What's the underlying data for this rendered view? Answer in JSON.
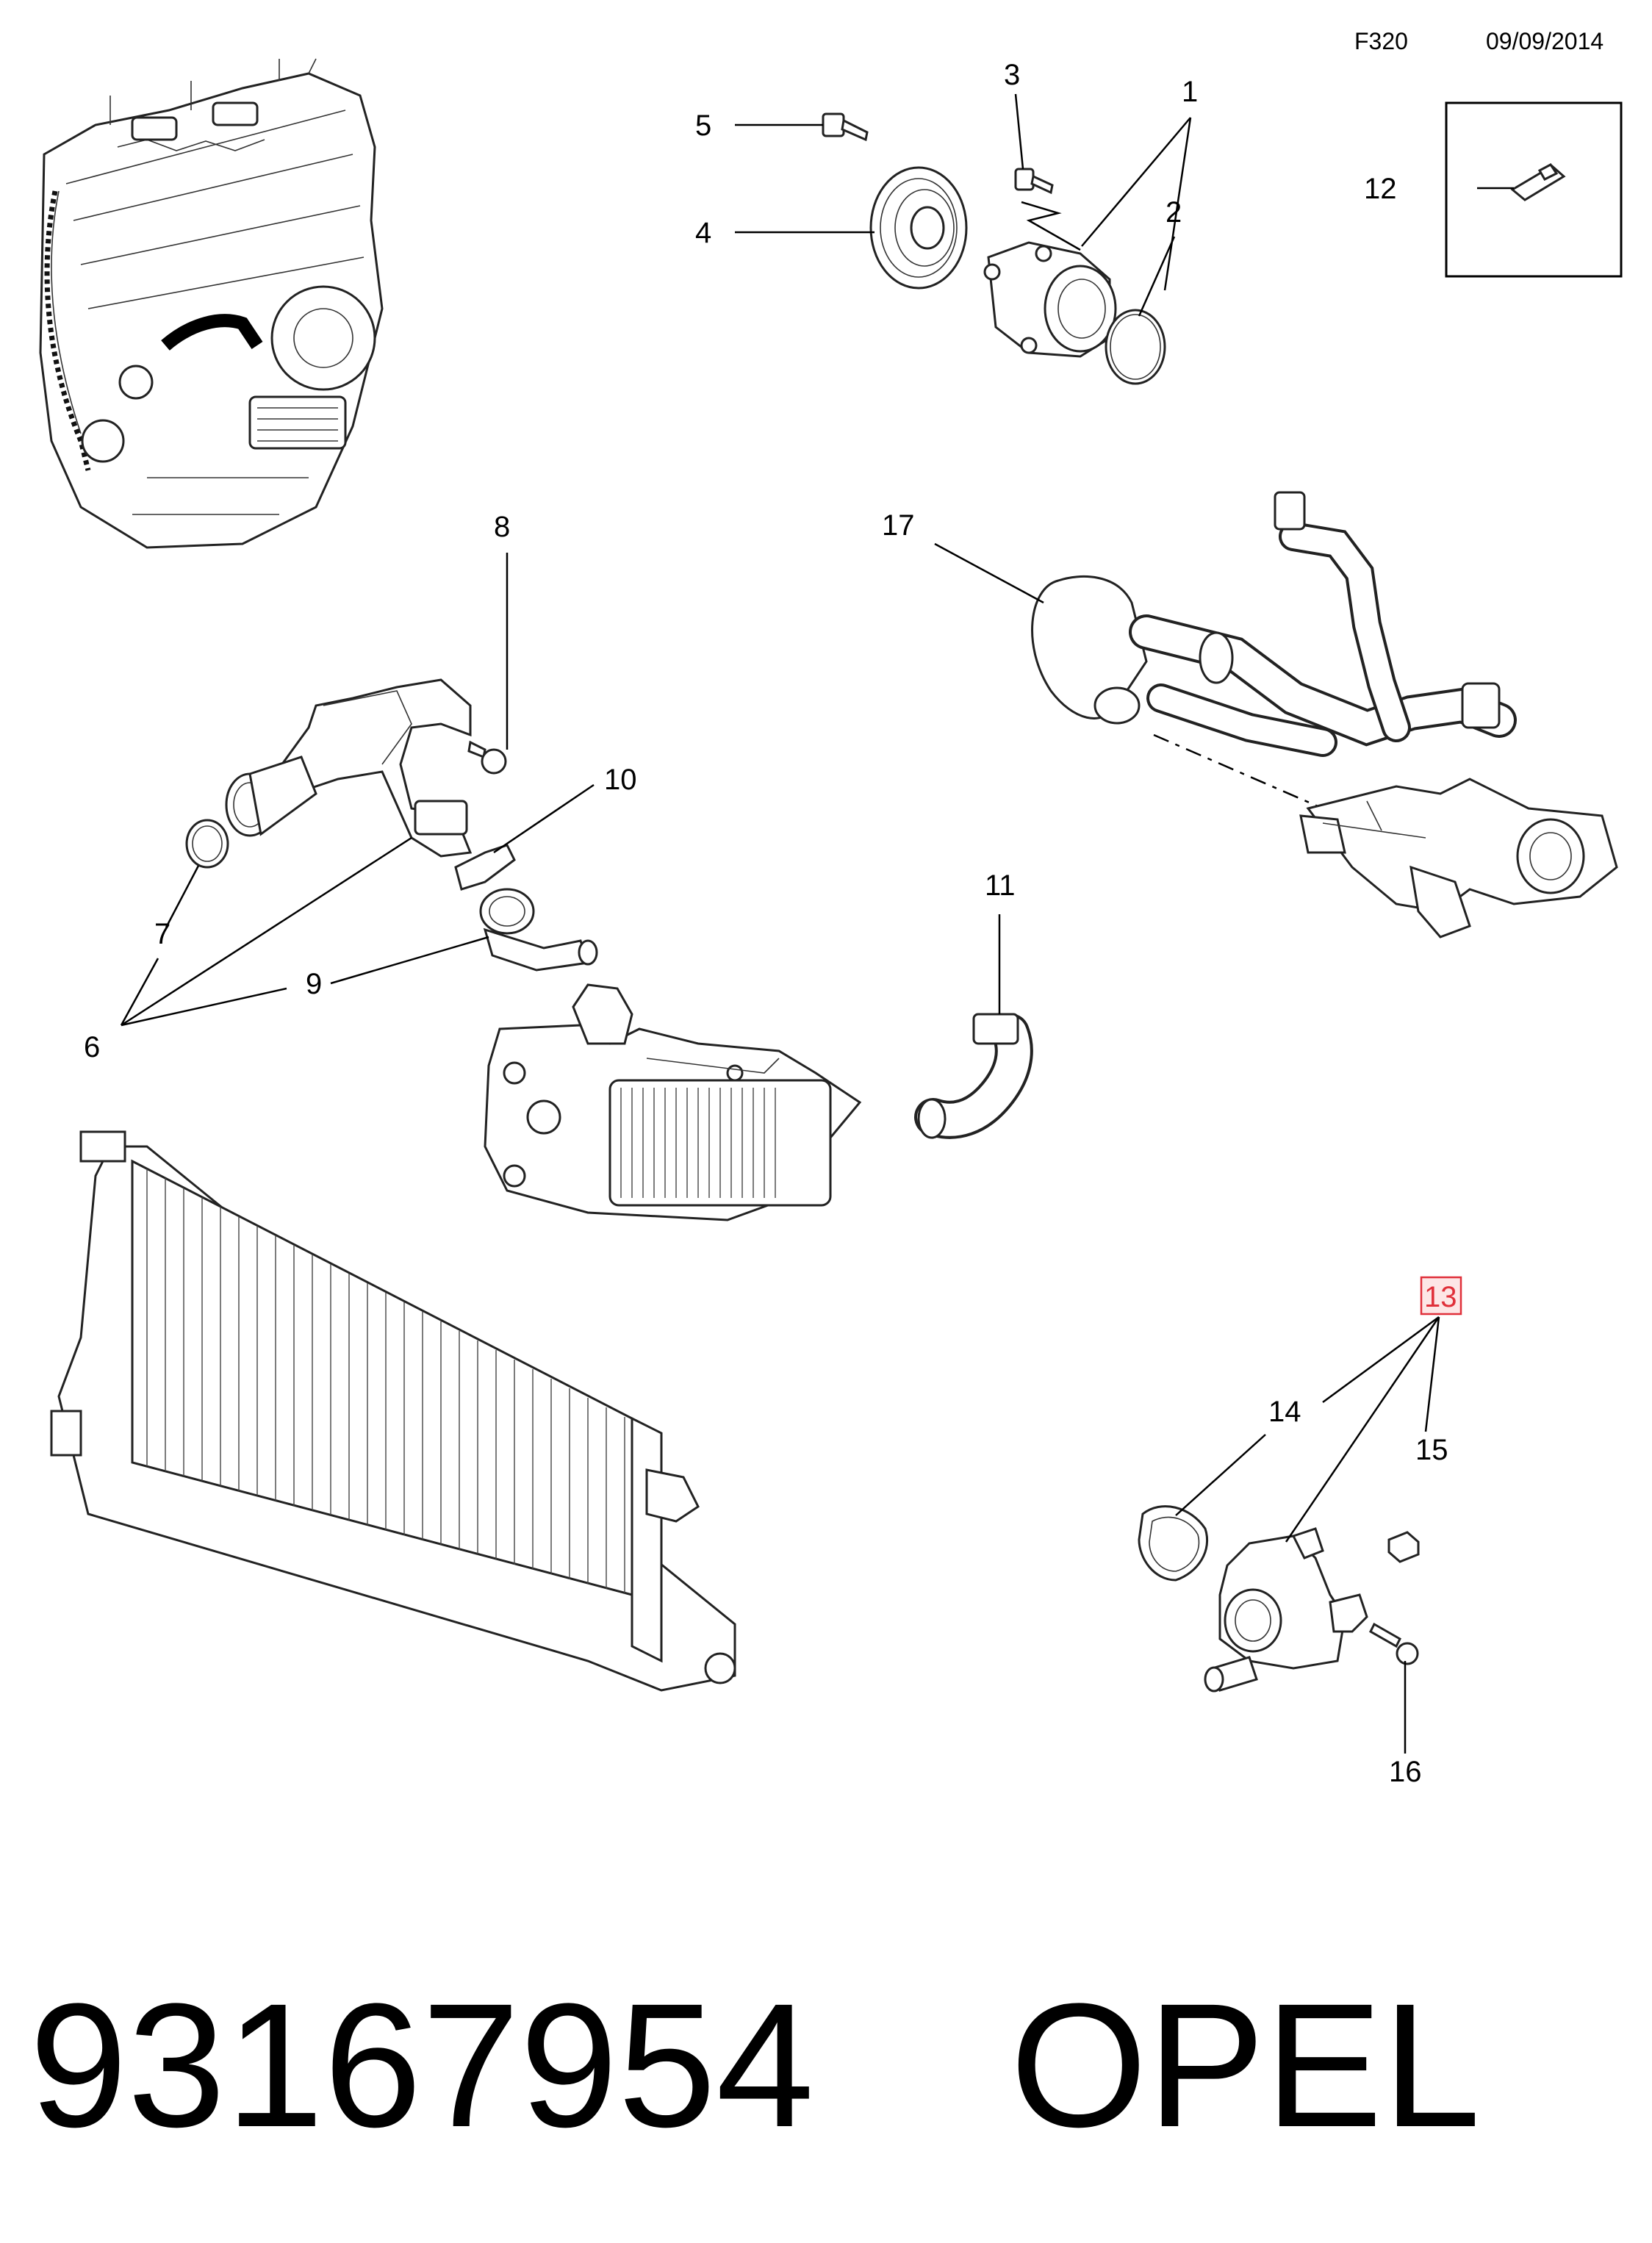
{
  "header": {
    "code": "F320",
    "date": "09/09/2014"
  },
  "callouts": {
    "c1": "1",
    "c2": "2",
    "c3": "3",
    "c4": "4",
    "c5": "5",
    "c6": "6",
    "c7": "7",
    "c8": "8",
    "c9": "9",
    "c10": "10",
    "c11": "11",
    "c12": "12",
    "c13": "13",
    "c14": "14",
    "c15": "15",
    "c16": "16",
    "c17": "17"
  },
  "highlight_color": "#e0303a",
  "footer": {
    "part_number": "93167954",
    "brand": "OPEL"
  }
}
